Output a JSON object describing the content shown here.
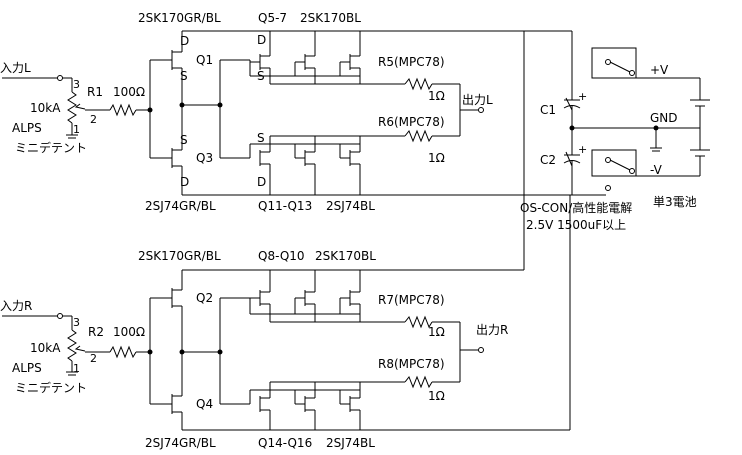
{
  "left": {
    "input": "入力L",
    "pot_pin_top": "3",
    "pot_pin_wiper": "2",
    "pot_pin_bottom": "1",
    "pot_value": "10kA",
    "pot_maker": "ALPS",
    "pot_type": "ミニデテント",
    "r_in": "R1",
    "r_in_value": "100Ω",
    "q1_part": "2SK170GR/BL",
    "q1": "Q1",
    "q3": "Q3",
    "q3_part": "2SJ74GR/BL",
    "n_group": "Q5-7",
    "n_group_part": "2SK170BL",
    "p_group": "Q11-Q13",
    "p_group_part": "2SJ74BL",
    "r_top": "R5(MPC78)",
    "r_top_value": "1Ω",
    "r_bot": "R6(MPC78)",
    "r_bot_value": "1Ω",
    "output": "出力L",
    "pin_d": "D",
    "pin_s": "S"
  },
  "right": {
    "input": "入力R",
    "pot_pin_top": "3",
    "pot_pin_wiper": "2",
    "pot_pin_bottom": "1",
    "pot_value": "10kA",
    "pot_maker": "ALPS",
    "pot_type": "ミニデテント",
    "r_in": "R2",
    "r_in_value": "100Ω",
    "q2_part": "2SK170GR/BL",
    "q2": "Q2",
    "q4": "Q4",
    "q4_part": "2SJ74GR/BL",
    "n_group": "Q8-Q10",
    "n_group_part": "2SK170BL",
    "p_group": "Q14-Q16",
    "p_group_part": "2SJ74BL",
    "r_top": "R7(MPC78)",
    "r_top_value": "1Ω",
    "r_bot": "R8(MPC78)",
    "r_bot_value": "1Ω",
    "output": "出力R"
  },
  "supply": {
    "c1": "C1",
    "c2": "C2",
    "plus": "+",
    "pos": "+V",
    "gnd": "GND",
    "neg": "-V",
    "battery": "単3電池",
    "cap_type": "OS-CON/高性能電解",
    "cap_spec": "2.5V 1500uF以上"
  }
}
